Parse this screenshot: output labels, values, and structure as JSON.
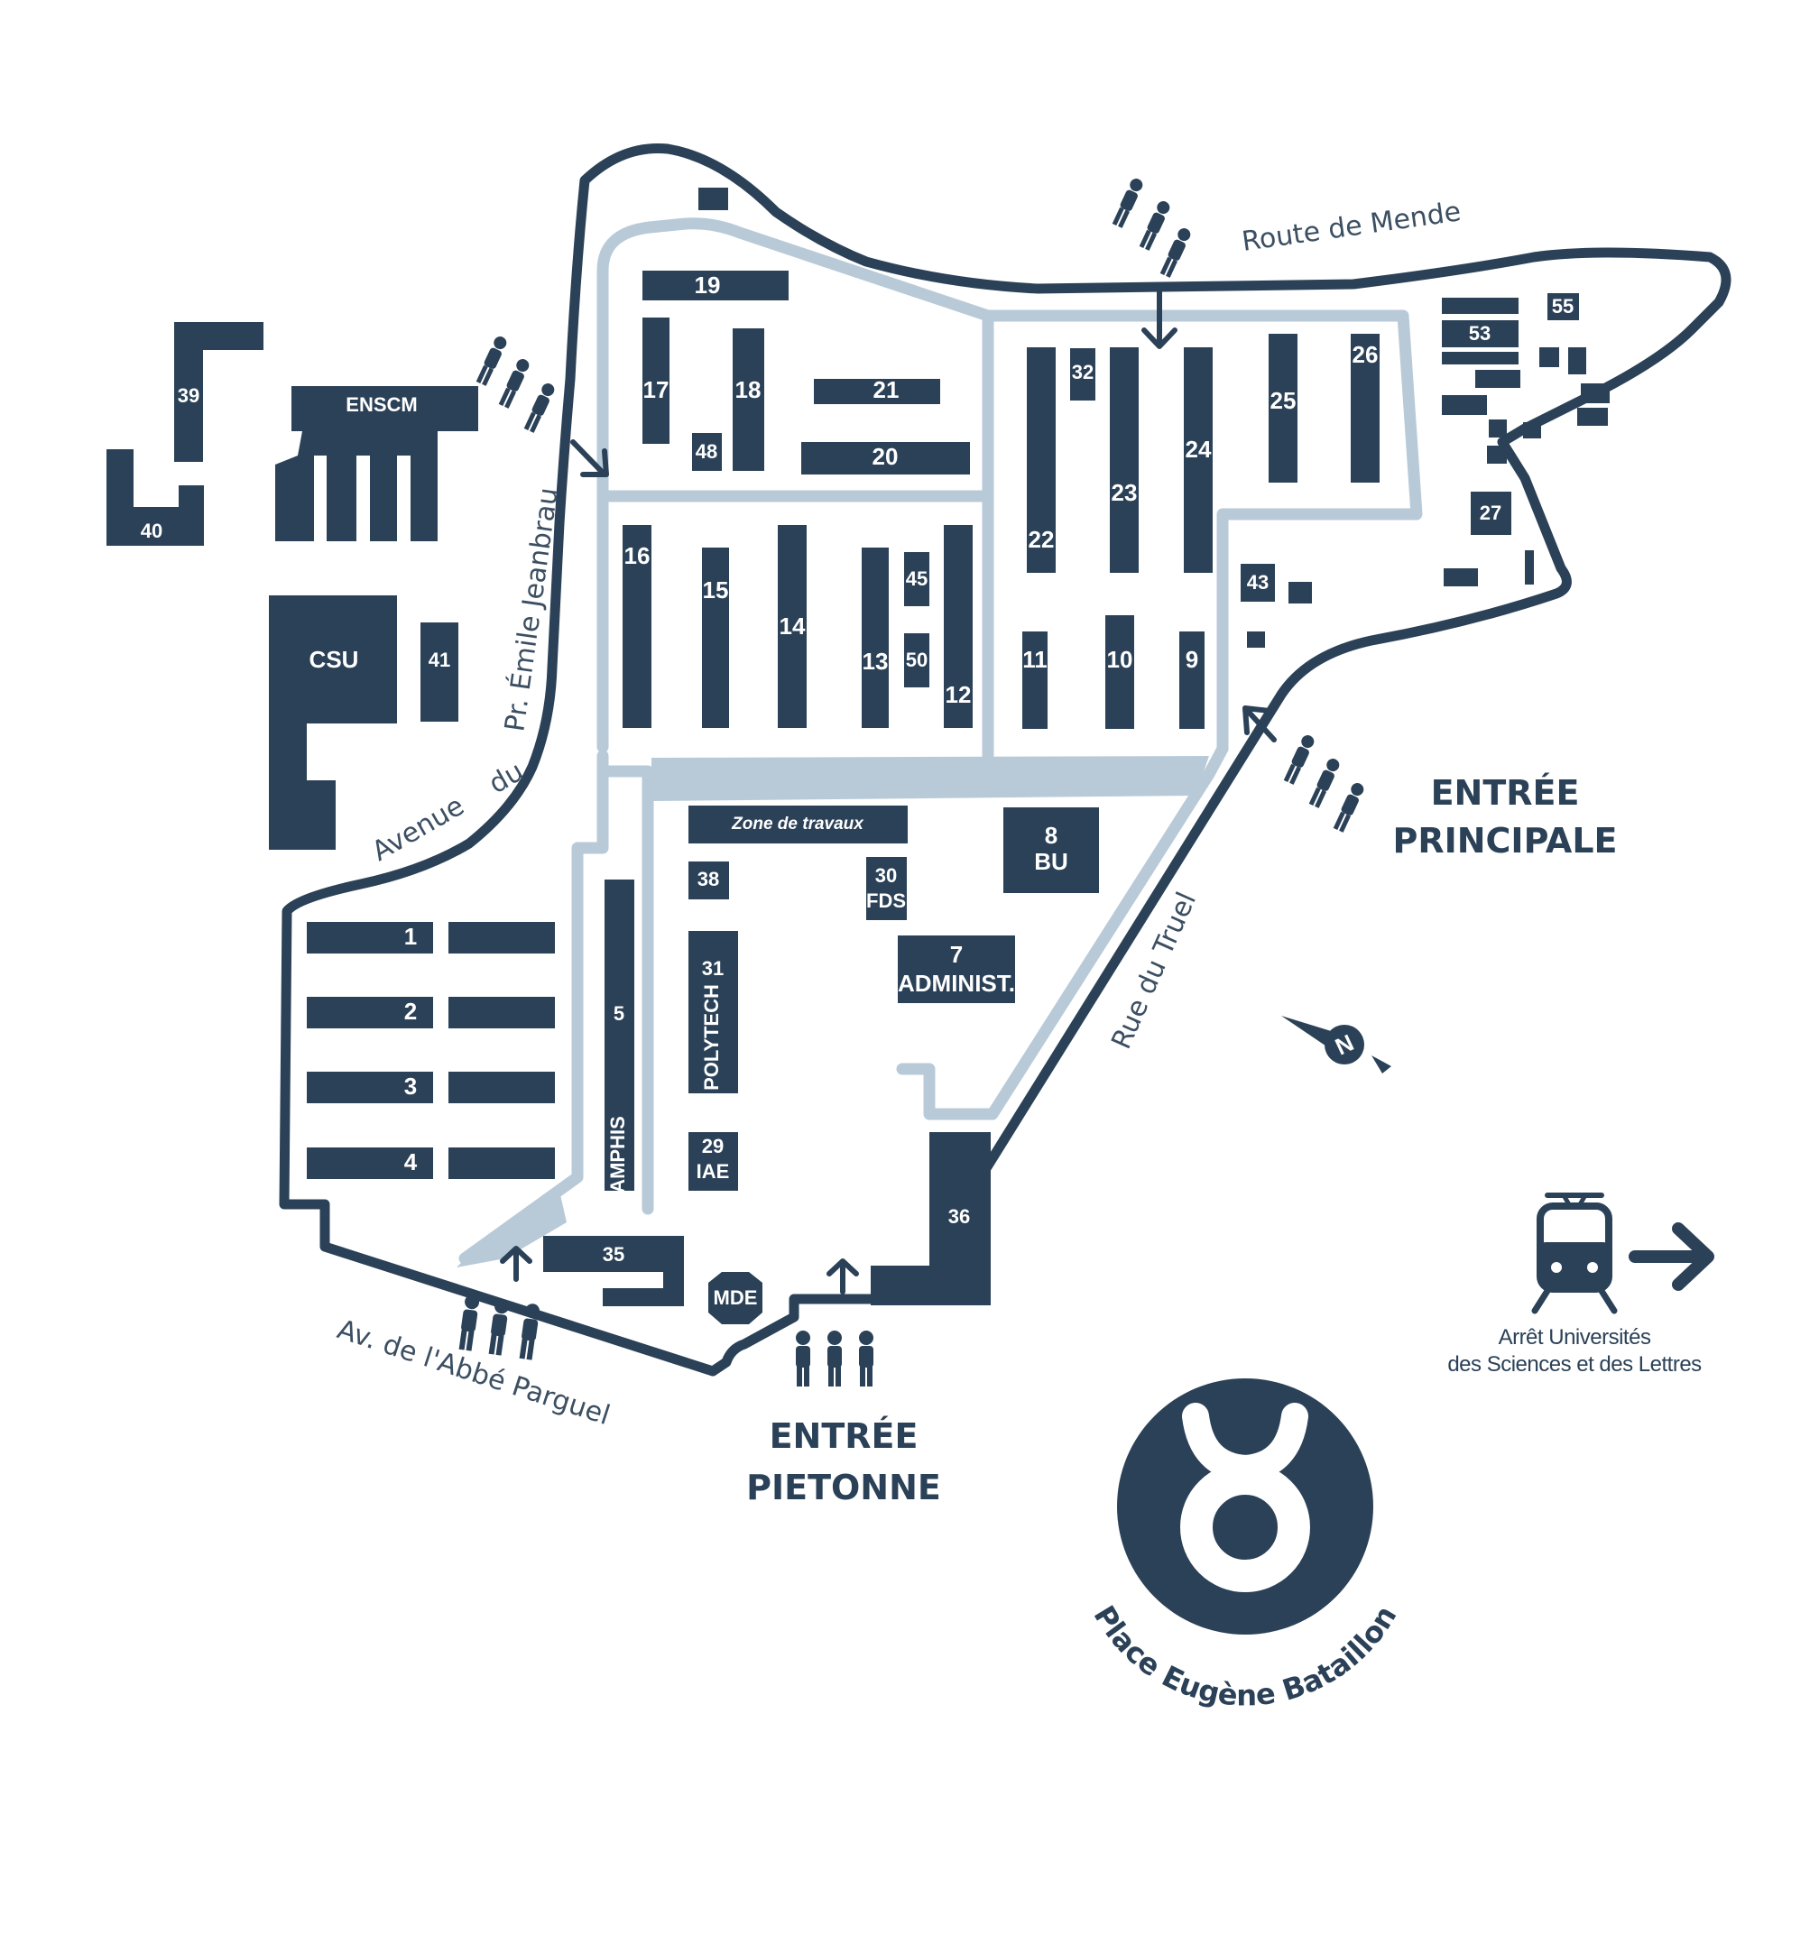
{
  "map": {
    "streets": {
      "route_de_mende": "Route de Mende",
      "avenue_du": "Avenue    du",
      "pr_emile_jeanbrau": "Pr. Émile Jeanbrau",
      "rue_du_truel": "Rue du Truel",
      "av_abbe_parguel": "Av. de l'Abbé Parguel"
    },
    "entrances": {
      "principale_line1": "ENTRÉE",
      "principale_line2": "PRINCIPALE",
      "pietonne_line1": "ENTRÉE",
      "pietonne_line2": "PIETONNE"
    },
    "tram_stop": {
      "line1": "Arrêt Universités",
      "line2": "des Sciences et des Lettres"
    },
    "place": "Place Eugène Bataillon",
    "buildings": {
      "b19": "19",
      "b17": "17",
      "b18": "18",
      "b48": "48",
      "b21": "21",
      "b20": "20",
      "b32": "32",
      "b22": "22",
      "b23": "23",
      "b24": "24",
      "b25": "25",
      "b26": "26",
      "b53": "53",
      "b55": "55",
      "b27": "27",
      "b43": "43",
      "b16": "16",
      "b15": "15",
      "b14": "14",
      "b13": "13",
      "b45": "45",
      "b50": "50",
      "b12": "12",
      "b11": "11",
      "b10": "10",
      "b9": "9",
      "b39": "39",
      "b40": "40",
      "enscm": "ENSCM",
      "csu": "CSU",
      "b41": "41",
      "zone": "Zone de travaux",
      "b38": "38",
      "b30": "30",
      "fds": "FDS",
      "b8": "8",
      "bu": "BU",
      "b7": "7",
      "administ": "ADMINIST.",
      "b31": "31",
      "polytech": "POLYTECH",
      "b29": "29",
      "iae": "IAE",
      "b5": "5",
      "amphis": "AMPHIS",
      "b1": "1",
      "b2": "2",
      "b3": "3",
      "b4": "4",
      "b35": "35",
      "mde": "MDE",
      "b36": "36"
    },
    "compass": "N",
    "colors": {
      "building": "#2b4157",
      "path": "#b8cad8",
      "background": "#ffffff"
    }
  }
}
